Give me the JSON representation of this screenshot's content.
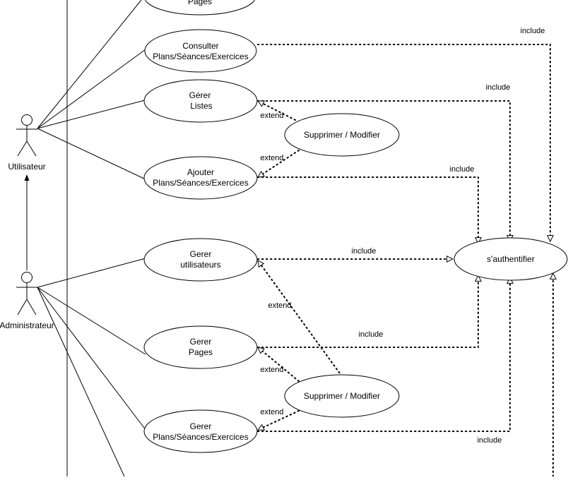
{
  "actors": {
    "user": "Utilisateur",
    "admin": "Administrateur"
  },
  "use_cases": {
    "top_partial": [
      "Pages"
    ],
    "consult": [
      "Consulter",
      "Plans/Séances/Exercices"
    ],
    "manage_lists": [
      "Gérer",
      "Listes"
    ],
    "delete_modify_1": [
      "Supprimer / Modifier"
    ],
    "add": [
      "Ajouter",
      "Plans/Séances/Exercices"
    ],
    "manage_users": [
      "Gerer",
      "utilisateurs"
    ],
    "authenticate": [
      "s'authentifier"
    ],
    "manage_pages": [
      "Gerer",
      "Pages"
    ],
    "delete_modify_2": [
      "Supprimer / Modifier"
    ],
    "manage_plans": [
      "Gerer",
      "Plans/Séances/Exercices"
    ]
  },
  "relations": {
    "include": "include",
    "extend": "extend"
  }
}
